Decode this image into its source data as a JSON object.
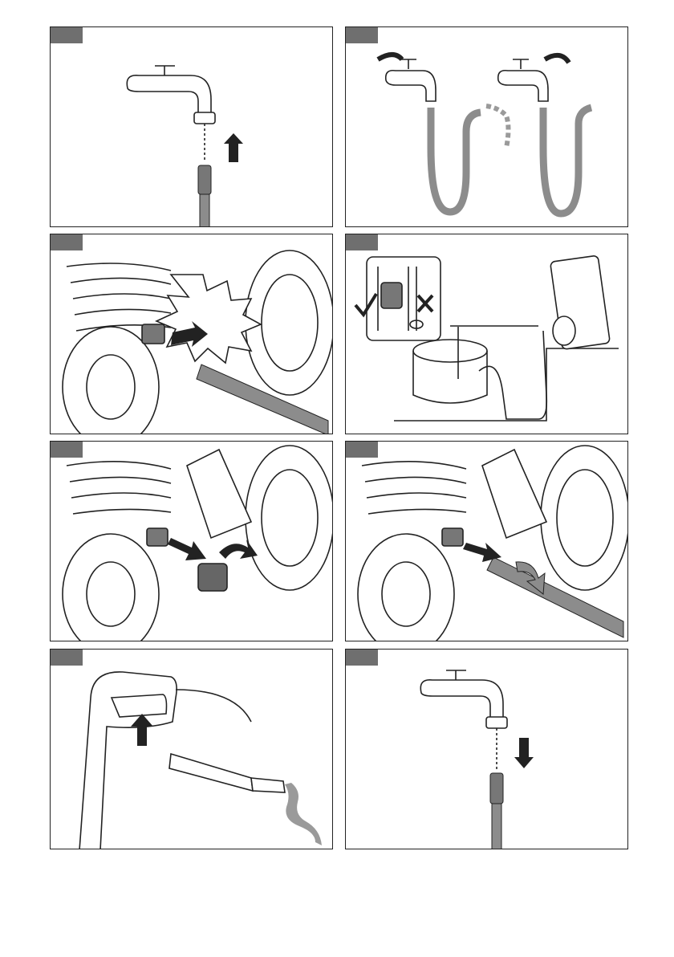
{
  "document": {
    "type": "assembly-instruction-sheet",
    "panels": [
      {
        "id": "p1",
        "icon": "tap-hose-attach-illustration"
      },
      {
        "id": "p2",
        "icon": "tap-open-flush-hose-illustration"
      },
      {
        "id": "p3",
        "icon": "inlet-connection-warning-illustration"
      },
      {
        "id": "p4",
        "icon": "suction-from-container-illustration"
      },
      {
        "id": "p5",
        "icon": "remove-inlet-coupling-illustration"
      },
      {
        "id": "p6",
        "icon": "attach-hose-to-inlet-illustration"
      },
      {
        "id": "p7",
        "icon": "trigger-gun-release-illustration"
      },
      {
        "id": "p8",
        "icon": "tap-hose-detach-illustration"
      }
    ]
  },
  "colors": {
    "tag": "#6f6f6f",
    "hose": "#8c8c8c",
    "line": "#222222",
    "water": "#9a9a9a"
  }
}
